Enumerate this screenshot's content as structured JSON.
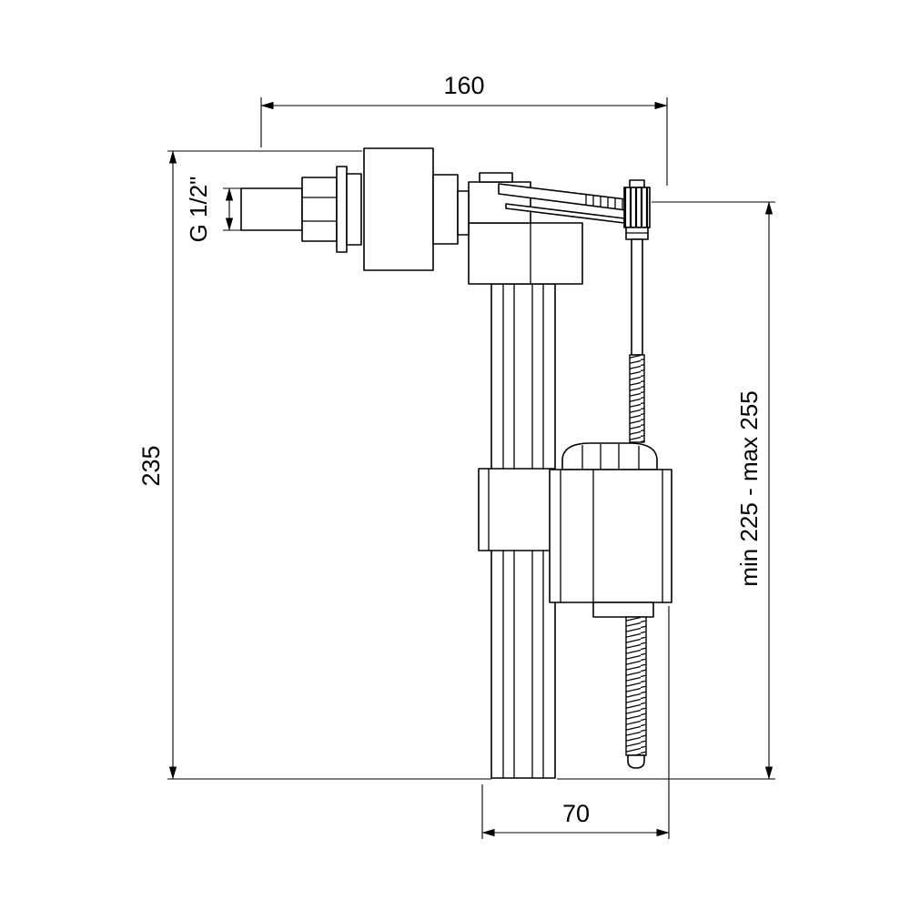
{
  "page": {
    "background_color": "#ffffff",
    "line_color": "#000000"
  },
  "drawing": {
    "subject": "side-entry cistern fill valve technical drawing"
  },
  "dimensions": {
    "top_width": "160",
    "overall_height": "235",
    "adjustable_height_range": "min 225 - max 255",
    "float_width": "70",
    "inlet_thread": "G 1/2\""
  }
}
